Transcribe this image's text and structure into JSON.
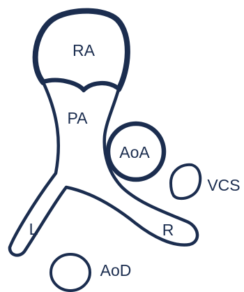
{
  "colors": {
    "ink": "#1b2d4f",
    "background": "#ffffff"
  },
  "labels": {
    "ra": "RA",
    "pa": "PA",
    "aoa": "AoA",
    "vcs": "VCS",
    "left": "L",
    "right": "R",
    "aod": "AoD"
  }
}
